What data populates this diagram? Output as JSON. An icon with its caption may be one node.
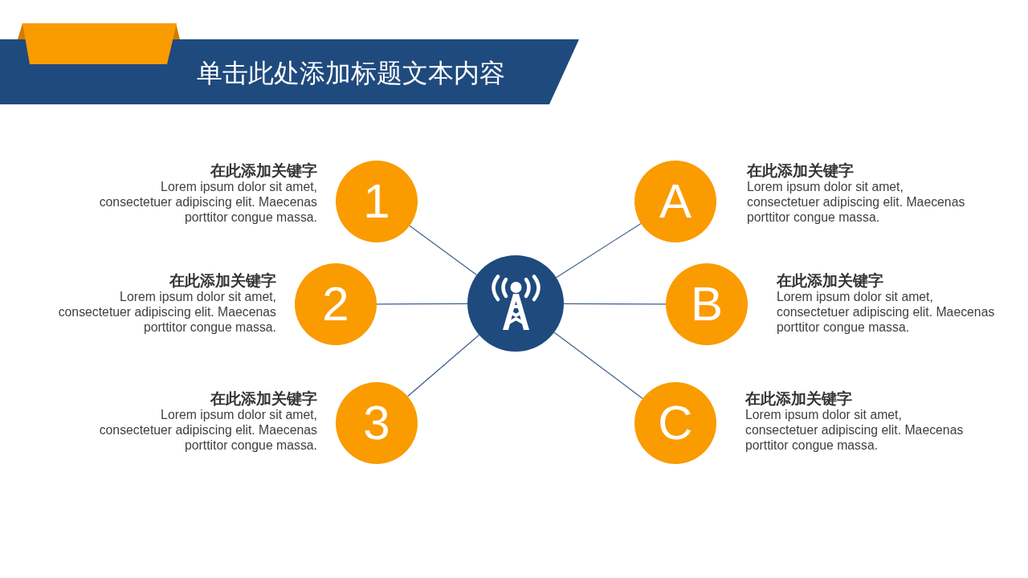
{
  "diagram": {
    "title": "单击此处添加标题文本内容",
    "nodes": [
      {
        "text": [
          "1"
        ],
        "beside": [
          "在此添加关键字",
          "Lorem ipsum dolor sit amet, consectetuer adipiscing elit. Maecenas porttitor congue massa."
        ]
      },
      {
        "text": [
          "A"
        ],
        "beside": [
          "在此添加关键字",
          "Lorem ipsum dolor sit amet, consectetuer adipiscing elit. Maecenas porttitor congue massa."
        ]
      },
      {
        "text": [
          "2"
        ],
        "beside": [
          "在此添加关键字",
          "Lorem ipsum dolor sit amet, consectetuer adipiscing elit. Maecenas porttitor congue massa."
        ]
      },
      {
        "text": [],
        "shape": "circle"
      },
      {
        "text": [
          "B"
        ],
        "beside": [
          "在此添加关键字",
          "Lorem ipsum dolor sit amet, consectetuer adipiscing elit. Maecenas porttitor congue massa."
        ]
      },
      {
        "text": [
          "3"
        ],
        "beside": [
          "在此添加关键字",
          "Lorem ipsum dolor sit amet, consectetuer adipiscing elit. Maecenas porttitor congue massa."
        ]
      },
      {
        "text": [
          "C"
        ],
        "beside": [
          "在此添加关键字",
          "Lorem ipsum dolor sit amet, consectetuer adipiscing elit. Maecenas porttitor congue massa."
        ]
      }
    ],
    "edges": [
      {
        "from": 3,
        "to": 0,
        "arrow": "none"
      },
      {
        "from": 3,
        "to": 1,
        "arrow": "none"
      },
      {
        "from": 3,
        "to": 2,
        "arrow": "none"
      },
      {
        "from": 3,
        "to": 4,
        "arrow": "none"
      },
      {
        "from": 3,
        "to": 5,
        "arrow": "none"
      },
      {
        "from": 3,
        "to": 6,
        "arrow": "none"
      }
    ]
  }
}
